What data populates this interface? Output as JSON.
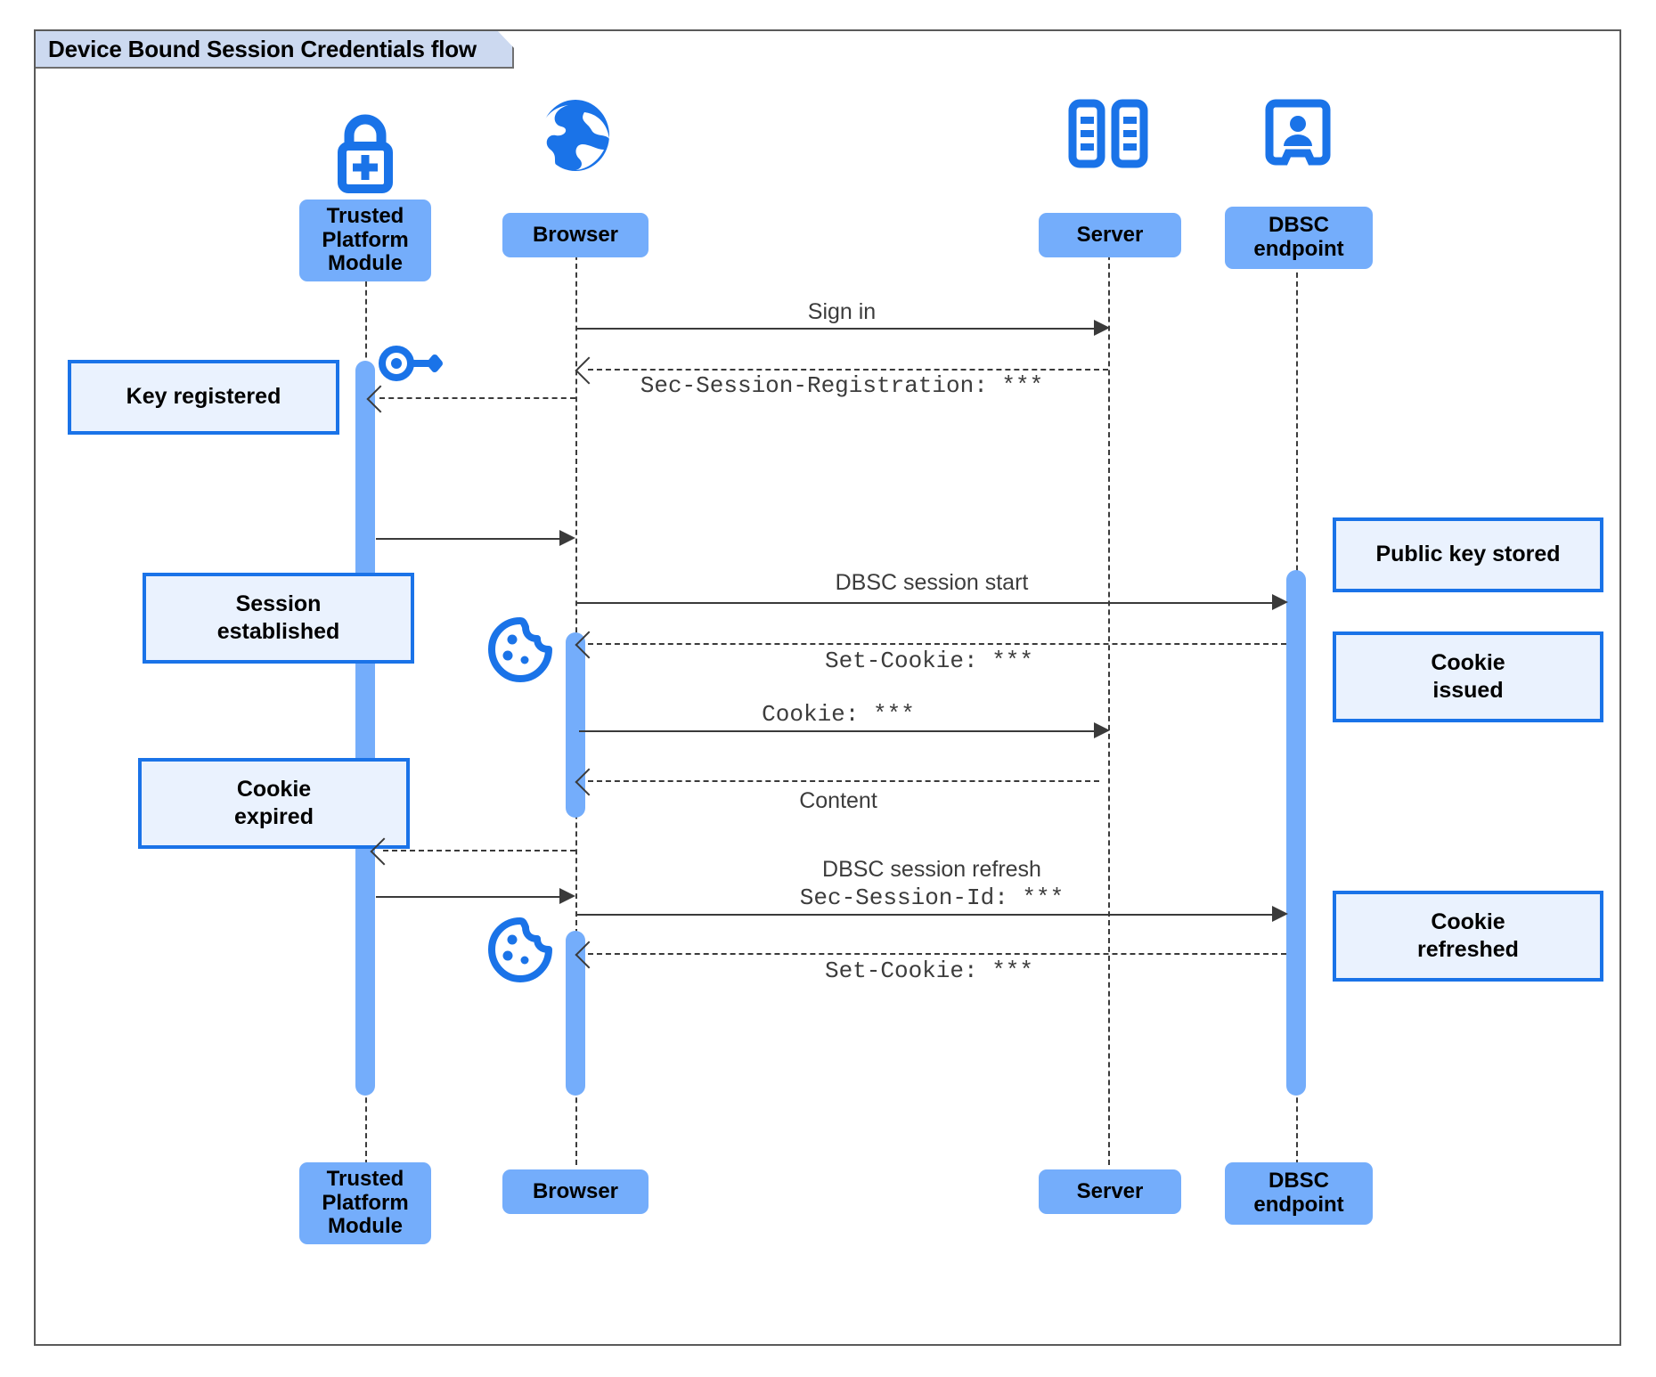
{
  "diagram": {
    "type": "uml-sequence-diagram",
    "frame_title": "Device Bound Session Credentials flow"
  },
  "participants": [
    {
      "id": "tpm",
      "label": "Trusted\nPlatform\nModule",
      "icon": "lock-plus-icon"
    },
    {
      "id": "browser",
      "label": "Browser",
      "icon": "globe-icon"
    },
    {
      "id": "server",
      "label": "Server",
      "icon": "server-racks-icon"
    },
    {
      "id": "dbsc",
      "label": "DBSC\nendpoint",
      "icon": "id-badge-icon"
    }
  ],
  "participants_bottom": [
    {
      "id": "tpm",
      "label": "Trusted\nPlatform\nModule"
    },
    {
      "id": "browser",
      "label": "Browser"
    },
    {
      "id": "server",
      "label": "Server"
    },
    {
      "id": "dbsc",
      "label": "DBSC\nendpoint"
    }
  ],
  "messages": [
    {
      "id": "m1",
      "text": "Sign in",
      "style": "sans",
      "from": "browser",
      "to": "server",
      "line": "solid"
    },
    {
      "id": "m2",
      "text": "Sec-Session-Registration: ***",
      "style": "mono",
      "from": "server",
      "to": "browser",
      "line": "dashed"
    },
    {
      "id": "m3",
      "text": "",
      "style": "sans",
      "from": "browser",
      "to": "tpm",
      "line": "dashed"
    },
    {
      "id": "m4",
      "text": "",
      "style": "sans",
      "from": "tpm",
      "to": "browser",
      "line": "solid"
    },
    {
      "id": "m5",
      "text": "DBSC session start",
      "style": "sans",
      "from": "browser",
      "to": "dbsc",
      "line": "solid"
    },
    {
      "id": "m6",
      "text": "Set-Cookie: ***",
      "style": "mono",
      "from": "dbsc",
      "to": "browser",
      "line": "dashed"
    },
    {
      "id": "m7",
      "text": "Cookie: ***",
      "style": "mono",
      "from": "browser",
      "to": "server",
      "line": "solid"
    },
    {
      "id": "m8",
      "text": "Content",
      "style": "sans",
      "from": "server",
      "to": "browser",
      "line": "dashed"
    },
    {
      "id": "m9",
      "text": "",
      "style": "sans",
      "from": "browser",
      "to": "tpm",
      "line": "dashed"
    },
    {
      "id": "m10",
      "text": "",
      "style": "sans",
      "from": "tpm",
      "to": "browser",
      "line": "solid"
    },
    {
      "id": "m11",
      "text": "DBSC session refresh",
      "style": "sans",
      "from": "browser",
      "to": "dbsc",
      "line": "solid"
    },
    {
      "id": "m11b",
      "text": "Sec-Session-Id: ***",
      "style": "mono",
      "from": "browser",
      "to": "dbsc",
      "line": "solid"
    },
    {
      "id": "m12",
      "text": "Set-Cookie: ***",
      "style": "mono",
      "from": "dbsc",
      "to": "browser",
      "line": "dashed"
    }
  ],
  "notes": [
    {
      "id": "n1",
      "side": "left",
      "text": "Key registered"
    },
    {
      "id": "n2",
      "side": "left",
      "text": "Session\nestablished"
    },
    {
      "id": "n3",
      "side": "left",
      "text": "Cookie\nexpired"
    },
    {
      "id": "n4",
      "side": "right",
      "text": "Public key stored"
    },
    {
      "id": "n5",
      "side": "right",
      "text": "Cookie\nissued"
    },
    {
      "id": "n6",
      "side": "right",
      "text": "Cookie\nrefreshed"
    }
  ],
  "inline_icons": [
    {
      "id": "i1",
      "name": "key-icon",
      "near": "tpm-lifeline"
    },
    {
      "id": "i2",
      "name": "cookie-icon",
      "near": "browser-lifeline"
    },
    {
      "id": "i3",
      "name": "cookie-icon",
      "near": "browser-lifeline"
    }
  ],
  "colors": {
    "participant_fill": "#74adfb",
    "activation_fill": "#74adfb",
    "note_fill": "#eaf2fe",
    "note_border": "#1a73e8",
    "icon_blue": "#1a73e8",
    "frame_border": "#5a5a5a",
    "title_fill": "#ccd9f0",
    "line": "#3a3a3a"
  }
}
